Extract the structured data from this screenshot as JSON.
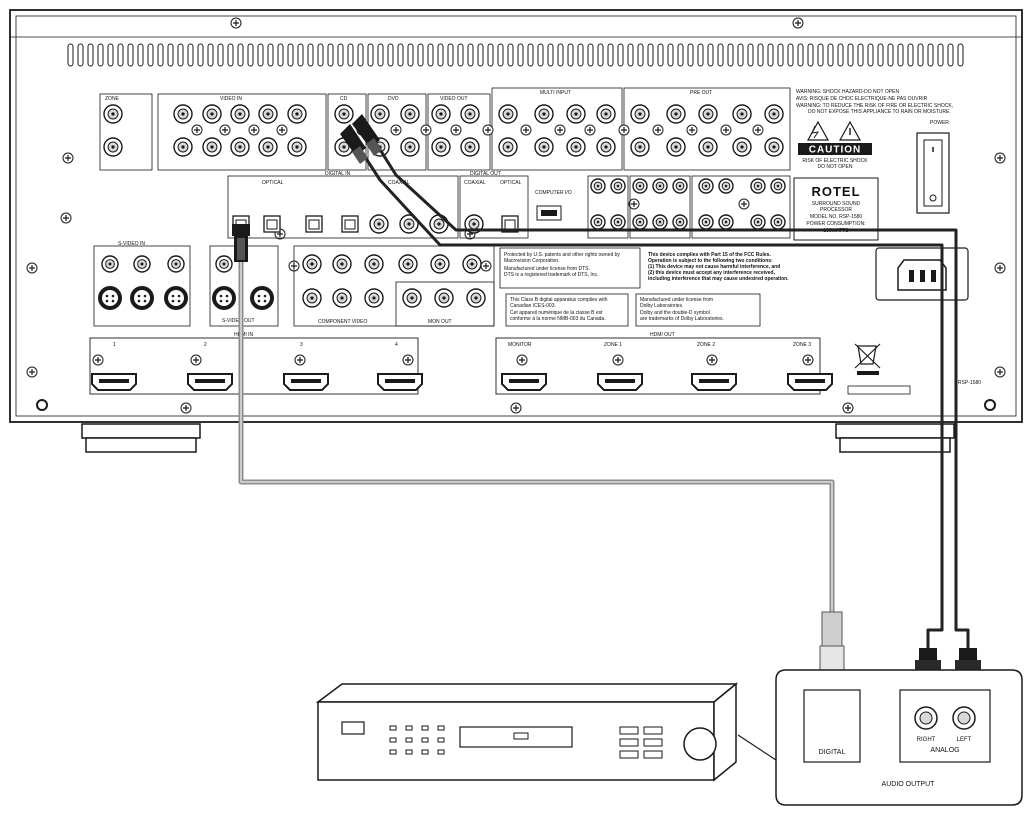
{
  "receiver": {
    "warning_lines": [
      "WARNING: SHOCK HAZARD-DO NOT OPEN",
      "AVIS: RISQUE DE CHOC ELECTRIQUE-NE PAS OUVRIR",
      "WARNING: TO REDUCE THE RISK OF FIRE OR ELECTRIC SHOCK,",
      "DO NOT EXPOSE THIS APPLIANCE TO RAIN OR MOISTURE."
    ],
    "caution_title": "CAUTION",
    "caution_lines": [
      "RISK OF ELECTRIC SHOCK",
      "DO NOT OPEN"
    ],
    "power_label": "POWER",
    "brand": "ROTEL",
    "info_lines": [
      "SURROUND SOUND",
      "PROCESSOR",
      "MODEL NO. RSP-1580",
      "POWER CONSUMPTION:",
      "100WATTS"
    ],
    "model_code": "RSP-1580",
    "section_labels": {
      "video_in": "VIDEO IN",
      "cd": "CD",
      "dvd": "DVD",
      "video_out": "VIDEO OUT",
      "multi_input": "MULTI INPUT",
      "pre_out": "PRE OUT",
      "digital_in": "DIGITAL IN",
      "optical": "OPTICAL",
      "coaxial": "COAXIAL",
      "digital_out": "DIGITAL OUT",
      "computer_io": "COMPUTER I/O",
      "component_video": "COMPONENT VIDEO",
      "monitor_out": "MON OUT",
      "s_video_in": "S-VIDEO IN",
      "s_video_out": "S-VIDEO OUT",
      "hdmi_in": "HDMI IN",
      "hdmi_out": "HDMI OUT",
      "zone": "ZONE"
    },
    "hdmi_in_labels": [
      "1",
      "2",
      "3",
      "4"
    ],
    "hdmi_out_labels": [
      "MONITOR",
      "ZONE 1",
      "ZONE 2",
      "ZONE 3"
    ],
    "fcc_lines": [
      "This device complies with Part 15 of the FCC Rules.",
      "Operation is subject to the following two conditions:",
      "(1) This device may not cause harmful interference, and",
      "(2) this device must accept any interference received,",
      "including interference that may cause undesired operation."
    ],
    "class_b_lines": [
      "This Class B digital apparatus complies with",
      "Canadian ICES-003.",
      "Cet appareil numérique de la classe B est",
      "conforme à la norme NMB-003 du Canada."
    ],
    "dolby_lines": [
      "Manufactured under license from",
      "Dolby Laboratories.",
      "Dolby and the double-D symbol",
      "are trademarks of Dolby Laboratories."
    ],
    "patent_lines": [
      "Protected by U.S. patents and other rights owned by",
      "Macrovision Corporation.",
      "Manufactured under license from DTS.",
      "DTS is a registered trademark of DTS, Inc."
    ]
  },
  "source_panel": {
    "digital_label": "DIGITAL",
    "right_label": "RIGHT",
    "left_label": "LEFT",
    "analog_label": "ANALOG",
    "audio_output_label": "AUDIO OUTPUT"
  },
  "colors": {
    "line": "#1a1a1a",
    "panel_fill": "#ffffff",
    "jack_fill": "#d9d9d9",
    "optical_cable": "#8c8c8c",
    "analog_cable": "#222222"
  }
}
